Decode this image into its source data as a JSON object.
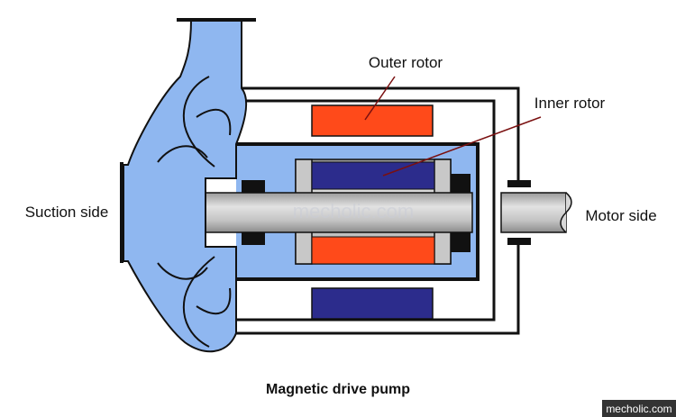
{
  "labels": {
    "outer_rotor": "Outer rotor",
    "inner_rotor": "Inner rotor",
    "suction_side": "Suction side",
    "motor_side": "Motor side"
  },
  "caption": "Magnetic drive pump",
  "watermark": "mecholic.com",
  "badge": "mecholic.com",
  "colors": {
    "casing_blue": "#8fb7f0",
    "magnet_orange": "#ff4a1a",
    "magnet_navy": "#2c2c8c",
    "shaft_grey": "#b8b8b8",
    "leader_line": "#7a1010",
    "outline": "#111111"
  }
}
